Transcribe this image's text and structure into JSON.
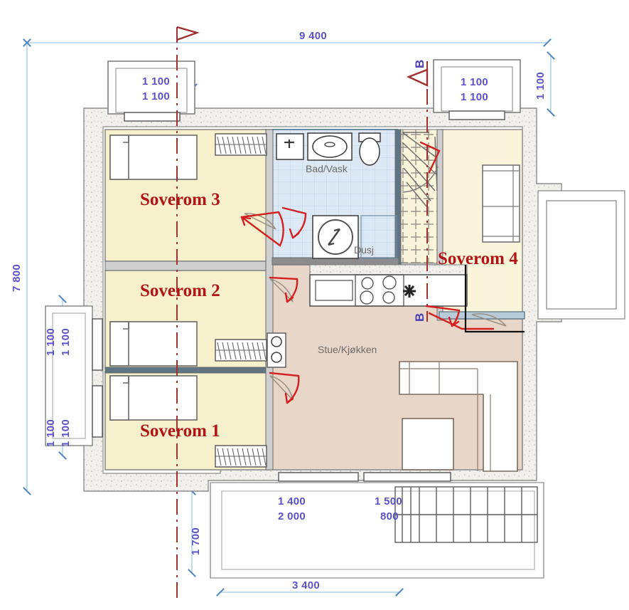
{
  "drawing": {
    "type": "architectural-floor-plan",
    "units": "mm",
    "rooms": [
      {
        "id": "soverom3",
        "label": "Soverom 3",
        "fill": "#f7f0cd"
      },
      {
        "id": "soverom2",
        "label": "Soverom 2",
        "fill": "#f7f0cd"
      },
      {
        "id": "soverom1",
        "label": "Soverom 1",
        "fill": "#f7f0cd"
      },
      {
        "id": "soverom4",
        "label": "Soverom 4",
        "fill": "#f9f4da"
      },
      {
        "id": "bad",
        "label": "Bad/Vask",
        "fill": "#dce9f5"
      },
      {
        "id": "stue",
        "label": "Stue/Kjøkken",
        "fill": "#e8d6c8"
      }
    ],
    "dimensions": {
      "top_overall": "9 400",
      "bottom_overall": "3 400",
      "left_overall": "7 800",
      "left_lower": "1 700",
      "window_top_left_top": "1 100",
      "window_top_left_bottom": "1 100",
      "window_top_right_top": "1 100",
      "window_top_right_bottom": "1 100",
      "right_edge": "1 100",
      "left_upper_win_top": "1 100",
      "left_upper_win_bottom": "1 100",
      "left_lower_win_top": "1 100",
      "left_lower_win_bottom": "1 100",
      "door_main_top": "1 400",
      "door_main_bottom": "2 000",
      "door_side_top": "1 500",
      "door_side_bottom": "800"
    },
    "section_markers": [
      {
        "id": "marker-a-top",
        "label": ""
      },
      {
        "id": "marker-b-top",
        "label": "B"
      },
      {
        "id": "marker-b-mid",
        "label": "B"
      }
    ],
    "colors": {
      "room_yellow": "#f7f0cd",
      "room_cream": "#f9f4da",
      "bath_blue": "#dce9f5",
      "living_tan": "#e8d6c8",
      "wall_grey": "#7d7d7d",
      "hatch_fill": "#f2f0ec",
      "dim_blue": "#5a52c8",
      "dim_line": "#9ec8e8",
      "label_red": "#b11414",
      "annot_red": "#d32020",
      "axis_red": "#a03030"
    }
  }
}
